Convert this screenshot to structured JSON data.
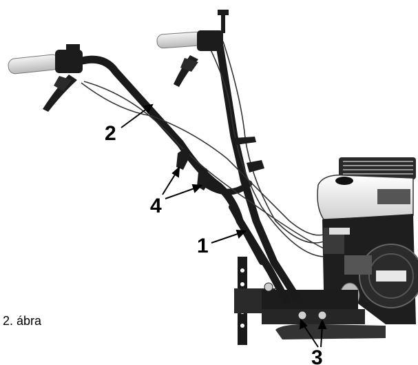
{
  "caption": "2. ábra",
  "callouts": [
    {
      "id": "1",
      "label": "1"
    },
    {
      "id": "2",
      "label": "2"
    },
    {
      "id": "3",
      "label": "3"
    },
    {
      "id": "4",
      "label": "4"
    }
  ],
  "colors": {
    "ink": "#000000",
    "metal_dark": "#1a1a1a",
    "grip": "#d8d8d8",
    "engine_dark": "#222222",
    "tank": "#ececec"
  }
}
